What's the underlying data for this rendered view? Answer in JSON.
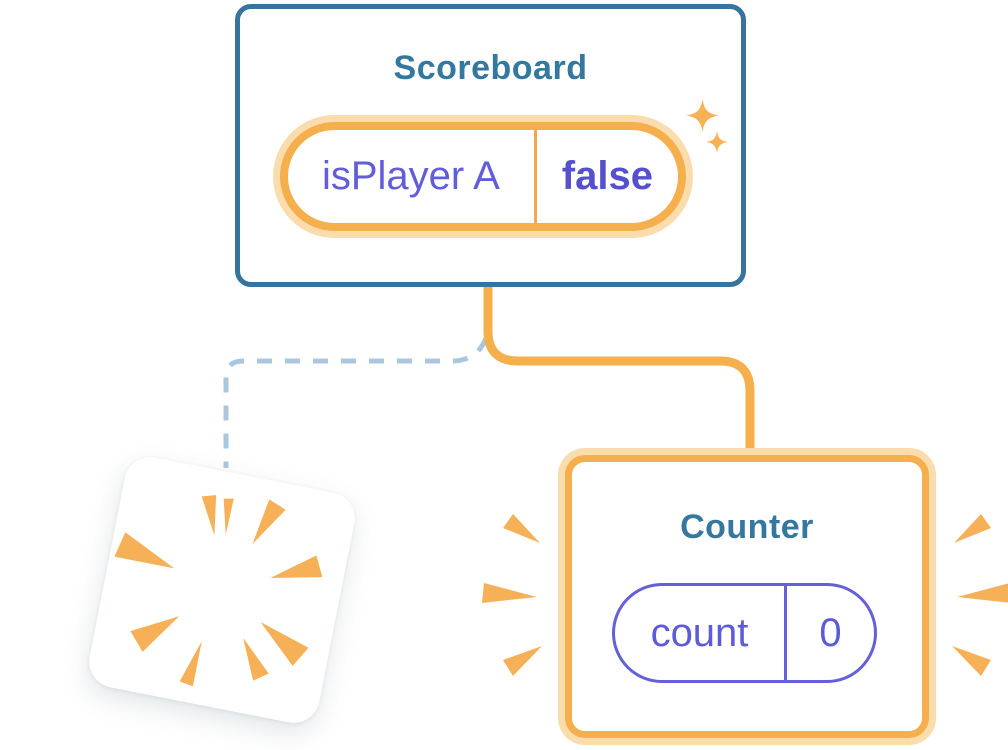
{
  "scoreboard": {
    "title": "Scoreboard",
    "state": {
      "name": "isPlayer A",
      "value": "false"
    }
  },
  "counter": {
    "title": "Counter",
    "state": {
      "name": "count",
      "value": "0"
    }
  },
  "icons": {
    "sparkles": "sparkle-stars (new state created)",
    "poof": "burst-rays (component removed)",
    "emphasis": "burst-marks around counter card"
  },
  "colors": {
    "background": "#FFFFFF",
    "card_border_blue": "#36749D",
    "title_text": "#35789F",
    "orange_main": "#F5AF4D",
    "orange_glow": "#FBDCAD",
    "orange_divider": "#F0A94C",
    "burst_orange": "#F6B158",
    "purple_state_name": "#615DDB",
    "purple_state_value": "#5450CE",
    "purple_pill_border": "#6360D9",
    "dashed_line_blue": "#A9C7DF"
  }
}
